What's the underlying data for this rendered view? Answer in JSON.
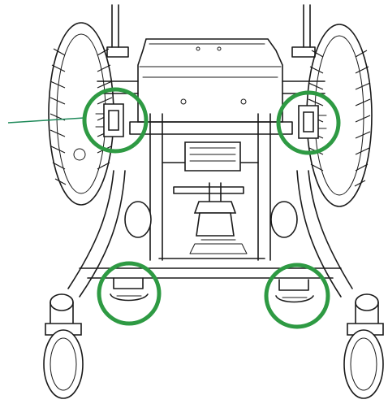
{
  "figure": {
    "subject": "power-wheelchair-underside-rear-view",
    "highlight_color": "#2e9a43",
    "line_color": "#1a1a1a",
    "leader_line_color": "#1f8a5a",
    "highlighted_points": [
      "left-tie-down-bracket",
      "right-tie-down-bracket",
      "left-tie-down-handle",
      "right-tie-down-handle"
    ]
  }
}
